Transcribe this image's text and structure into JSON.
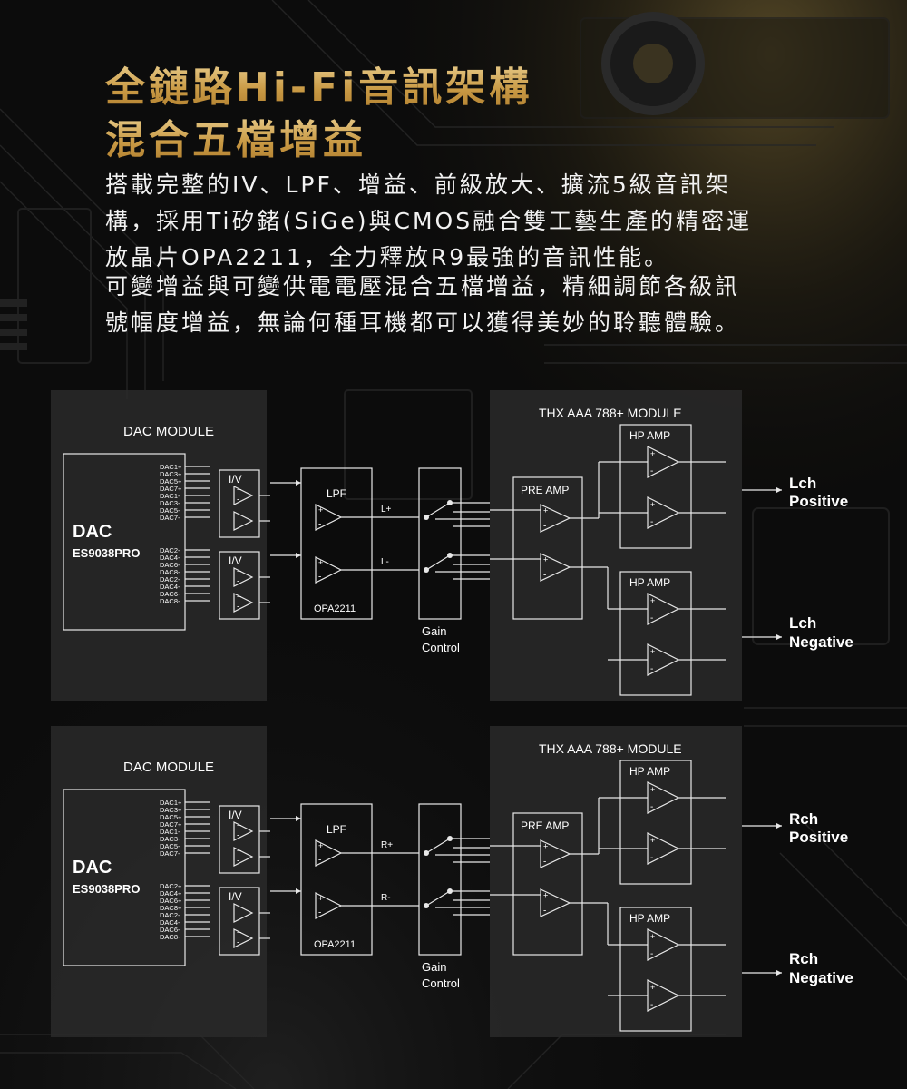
{
  "heading": {
    "line1": "全鏈路Hi-Fi音訊架構",
    "line2": "混合五檔增益"
  },
  "paragraphs": {
    "p1": [
      "搭載完整的IV、LPF、增益、前級放大、擴流5級音訊架",
      "構，採用Ti矽鍺(SiGe)與CMOS融合雙工藝生產的精密運",
      "放晶片OPA2211，全力釋放R9最強的音訊性能。"
    ],
    "p2": [
      "可變增益與可變供電電壓混合五檔增益，精細調節各級訊",
      "號幅度增益，無論何種耳機都可以獲得美妙的聆聽體驗。"
    ]
  },
  "diagram_left": {
    "dac_module_label": "DAC MODULE",
    "dac_label": "DAC",
    "dac_chip": "ES9038PRO",
    "iv_label": "I/V",
    "lpf_label": "LPF",
    "opamp_label": "OPA2211",
    "gain_label_1": "Gain",
    "gain_label_2": "Control",
    "thx_module_label": "THX AAA 788+ MODULE",
    "pre_amp_label": "PRE AMP",
    "hp_amp_label": "HP AMP",
    "pins_top": [
      "DAC1+",
      "DAC3+",
      "DAC5+",
      "DAC7+",
      "DAC1-",
      "DAC3-",
      "DAC5-",
      "DAC7-"
    ],
    "pins_bottom": [
      "DAC2-",
      "DAC4-",
      "DAC6-",
      "DAC8-",
      "DAC2-",
      "DAC4-",
      "DAC6-",
      "DAC8-"
    ]
  },
  "diagrams": [
    {
      "signal_plus": "L+",
      "signal_minus": "L-",
      "pins_bottom": [
        "DAC2-",
        "DAC4-",
        "DAC6-",
        "DAC8-",
        "DAC2-",
        "DAC4-",
        "DAC6-",
        "DAC8-"
      ],
      "out_pos_1": "Lch",
      "out_pos_2": "Positive",
      "out_neg_1": "Lch",
      "out_neg_2": "Negative"
    },
    {
      "signal_plus": "R+",
      "signal_minus": "R-",
      "pins_bottom": [
        "DAC2+",
        "DAC4+",
        "DAC6+",
        "DAC8+",
        "DAC2-",
        "DAC4-",
        "DAC6-",
        "DAC8-"
      ],
      "out_pos_1": "Rch",
      "out_pos_2": "Positive",
      "out_neg_1": "Rch",
      "out_neg_2": "Negative"
    }
  ],
  "colors": {
    "title_gold": "#d4a858",
    "panel_fill": "#2a2a2a",
    "line": "#e8e8e8"
  }
}
